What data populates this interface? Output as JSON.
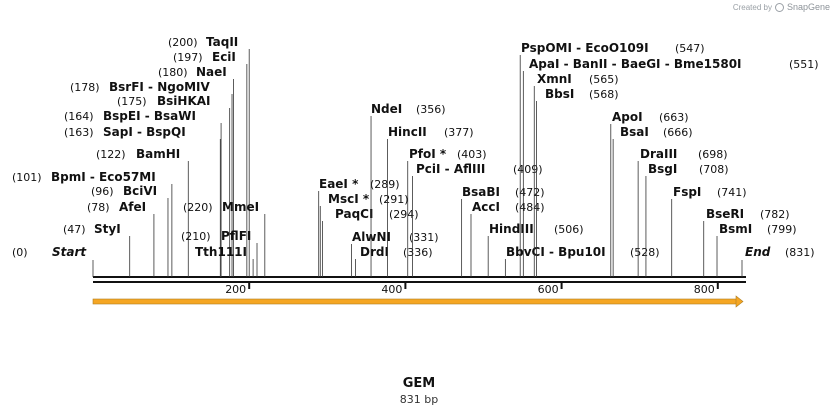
{
  "credit": {
    "created_by": "Created by",
    "brand": "SnapGene"
  },
  "plasmid": {
    "name": "GEM",
    "size_label": "831 bp",
    "length": 831
  },
  "ruler": {
    "ticks": [
      200,
      400,
      600,
      800
    ]
  },
  "colors": {
    "feature_arrow": "#f5a623",
    "feature_arrow_outline": "#7a5a10",
    "backbone": "#111111"
  },
  "sites": [
    {
      "name": "Start",
      "pos": 0,
      "pos_label": "(0)",
      "italic": true
    },
    {
      "name": "StyI",
      "pos": 47,
      "pos_label": "(47)"
    },
    {
      "name": "AfeI",
      "pos": 78,
      "pos_label": "(78)"
    },
    {
      "name": "BciVI",
      "pos": 96,
      "pos_label": "(96)"
    },
    {
      "name": "BpmI - Eco57MI",
      "pos": 101,
      "pos_label": "(101)"
    },
    {
      "name": "BamHI",
      "pos": 122,
      "pos_label": "(122)"
    },
    {
      "name": "SapI - BspQI",
      "pos": 163,
      "pos_label": "(163)"
    },
    {
      "name": "BspEI - BsaWI",
      "pos": 164,
      "pos_label": "(164)"
    },
    {
      "name": "BsiHKAI",
      "pos": 175,
      "pos_label": "(175)"
    },
    {
      "name": "BsrFI - NgoMIV",
      "pos": 178,
      "pos_label": "(178)"
    },
    {
      "name": "NaeI",
      "pos": 180,
      "pos_label": "(180)"
    },
    {
      "name": "EciI",
      "pos": 197,
      "pos_label": "(197)"
    },
    {
      "name": "TaqII",
      "pos": 200,
      "pos_label": "(200)"
    },
    {
      "name": "Tth111I",
      "pos": 205,
      "pos_label": ""
    },
    {
      "name": "PflFI",
      "pos": 210,
      "pos_label": "(210)"
    },
    {
      "name": "MmeI",
      "pos": 220,
      "pos_label": "(220)"
    },
    {
      "name": "EaeI *",
      "pos": 289,
      "pos_label": "(289)"
    },
    {
      "name": "MscI *",
      "pos": 291,
      "pos_label": "(291)"
    },
    {
      "name": "PaqCI",
      "pos": 294,
      "pos_label": "(294)"
    },
    {
      "name": "AlwNI",
      "pos": 331,
      "pos_label": "(331)"
    },
    {
      "name": "DrdI",
      "pos": 336,
      "pos_label": "(336)"
    },
    {
      "name": "NdeI",
      "pos": 356,
      "pos_label": "(356)"
    },
    {
      "name": "HincII",
      "pos": 377,
      "pos_label": "(377)"
    },
    {
      "name": "PfoI *",
      "pos": 403,
      "pos_label": "(403)"
    },
    {
      "name": "PciI - AflIII",
      "pos": 409,
      "pos_label": "(409)"
    },
    {
      "name": "BsaBI",
      "pos": 472,
      "pos_label": "(472)"
    },
    {
      "name": "AccI",
      "pos": 484,
      "pos_label": "(484)"
    },
    {
      "name": "HindIII",
      "pos": 506,
      "pos_label": "(506)"
    },
    {
      "name": "BbvCI - Bpu10I",
      "pos": 528,
      "pos_label": "(528)"
    },
    {
      "name": "PspOMI - EcoO109I",
      "pos": 547,
      "pos_label": "(547)"
    },
    {
      "name": "ApaI - BanII - BaeGI - Bme1580I",
      "pos": 551,
      "pos_label": "(551)"
    },
    {
      "name": "XmnI",
      "pos": 565,
      "pos_label": "(565)"
    },
    {
      "name": "BbsI",
      "pos": 568,
      "pos_label": "(568)"
    },
    {
      "name": "ApoI",
      "pos": 663,
      "pos_label": "(663)"
    },
    {
      "name": "BsaI",
      "pos": 666,
      "pos_label": "(666)"
    },
    {
      "name": "DraIII",
      "pos": 698,
      "pos_label": "(698)"
    },
    {
      "name": "BsgI",
      "pos": 708,
      "pos_label": "(708)"
    },
    {
      "name": "FspI",
      "pos": 741,
      "pos_label": "(741)"
    },
    {
      "name": "BseRI",
      "pos": 782,
      "pos_label": "(782)"
    },
    {
      "name": "BsmI",
      "pos": 799,
      "pos_label": "(799)"
    },
    {
      "name": "End",
      "pos": 831,
      "pos_label": "(831)",
      "italic": true
    }
  ]
}
